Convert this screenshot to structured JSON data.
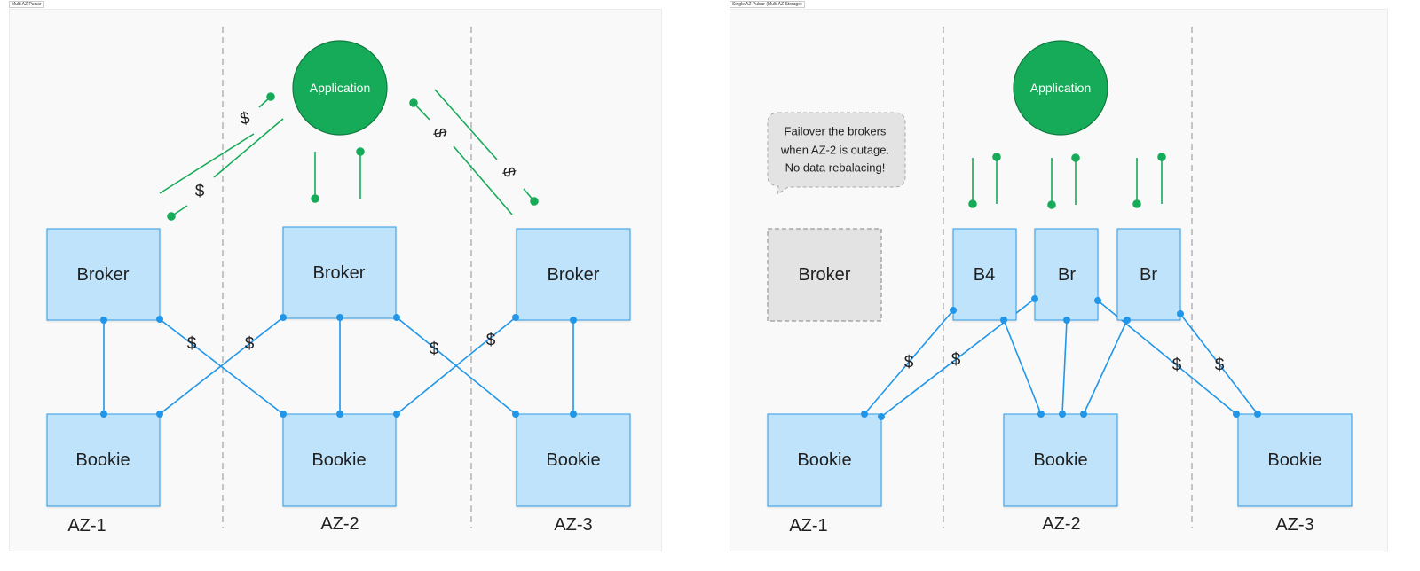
{
  "frames": {
    "left_title": "Multi AZ Pulsar",
    "right_title": "Single AZ Pulsar (Multi AZ Storage)"
  },
  "left": {
    "application": "Application",
    "brokers": [
      "Broker",
      "Broker",
      "Broker"
    ],
    "bookies": [
      "Bookie",
      "Bookie",
      "Bookie"
    ],
    "az": [
      "AZ-1",
      "AZ-2",
      "AZ-3"
    ],
    "cost_symbol": "$"
  },
  "right": {
    "application": "Application",
    "failed_broker": "Broker",
    "brokers": [
      "B4",
      "Br",
      "Br"
    ],
    "bookies": [
      "Bookie",
      "Bookie",
      "Bookie"
    ],
    "az": [
      "AZ-1",
      "AZ-2",
      "AZ-3"
    ],
    "cost_symbol": "$",
    "note_lines": [
      "Failover the brokers",
      "when AZ-2 is outage.",
      "No data rebalacing!"
    ]
  },
  "colors": {
    "box_fill": "#bfe3fb",
    "box_stroke": "#2d9be6",
    "link": "#2196e8",
    "app": "#16ab58",
    "failed_fill": "#e3e3e3",
    "failed_stroke": "#9a9a9a",
    "divider": "#b4b4b4"
  }
}
